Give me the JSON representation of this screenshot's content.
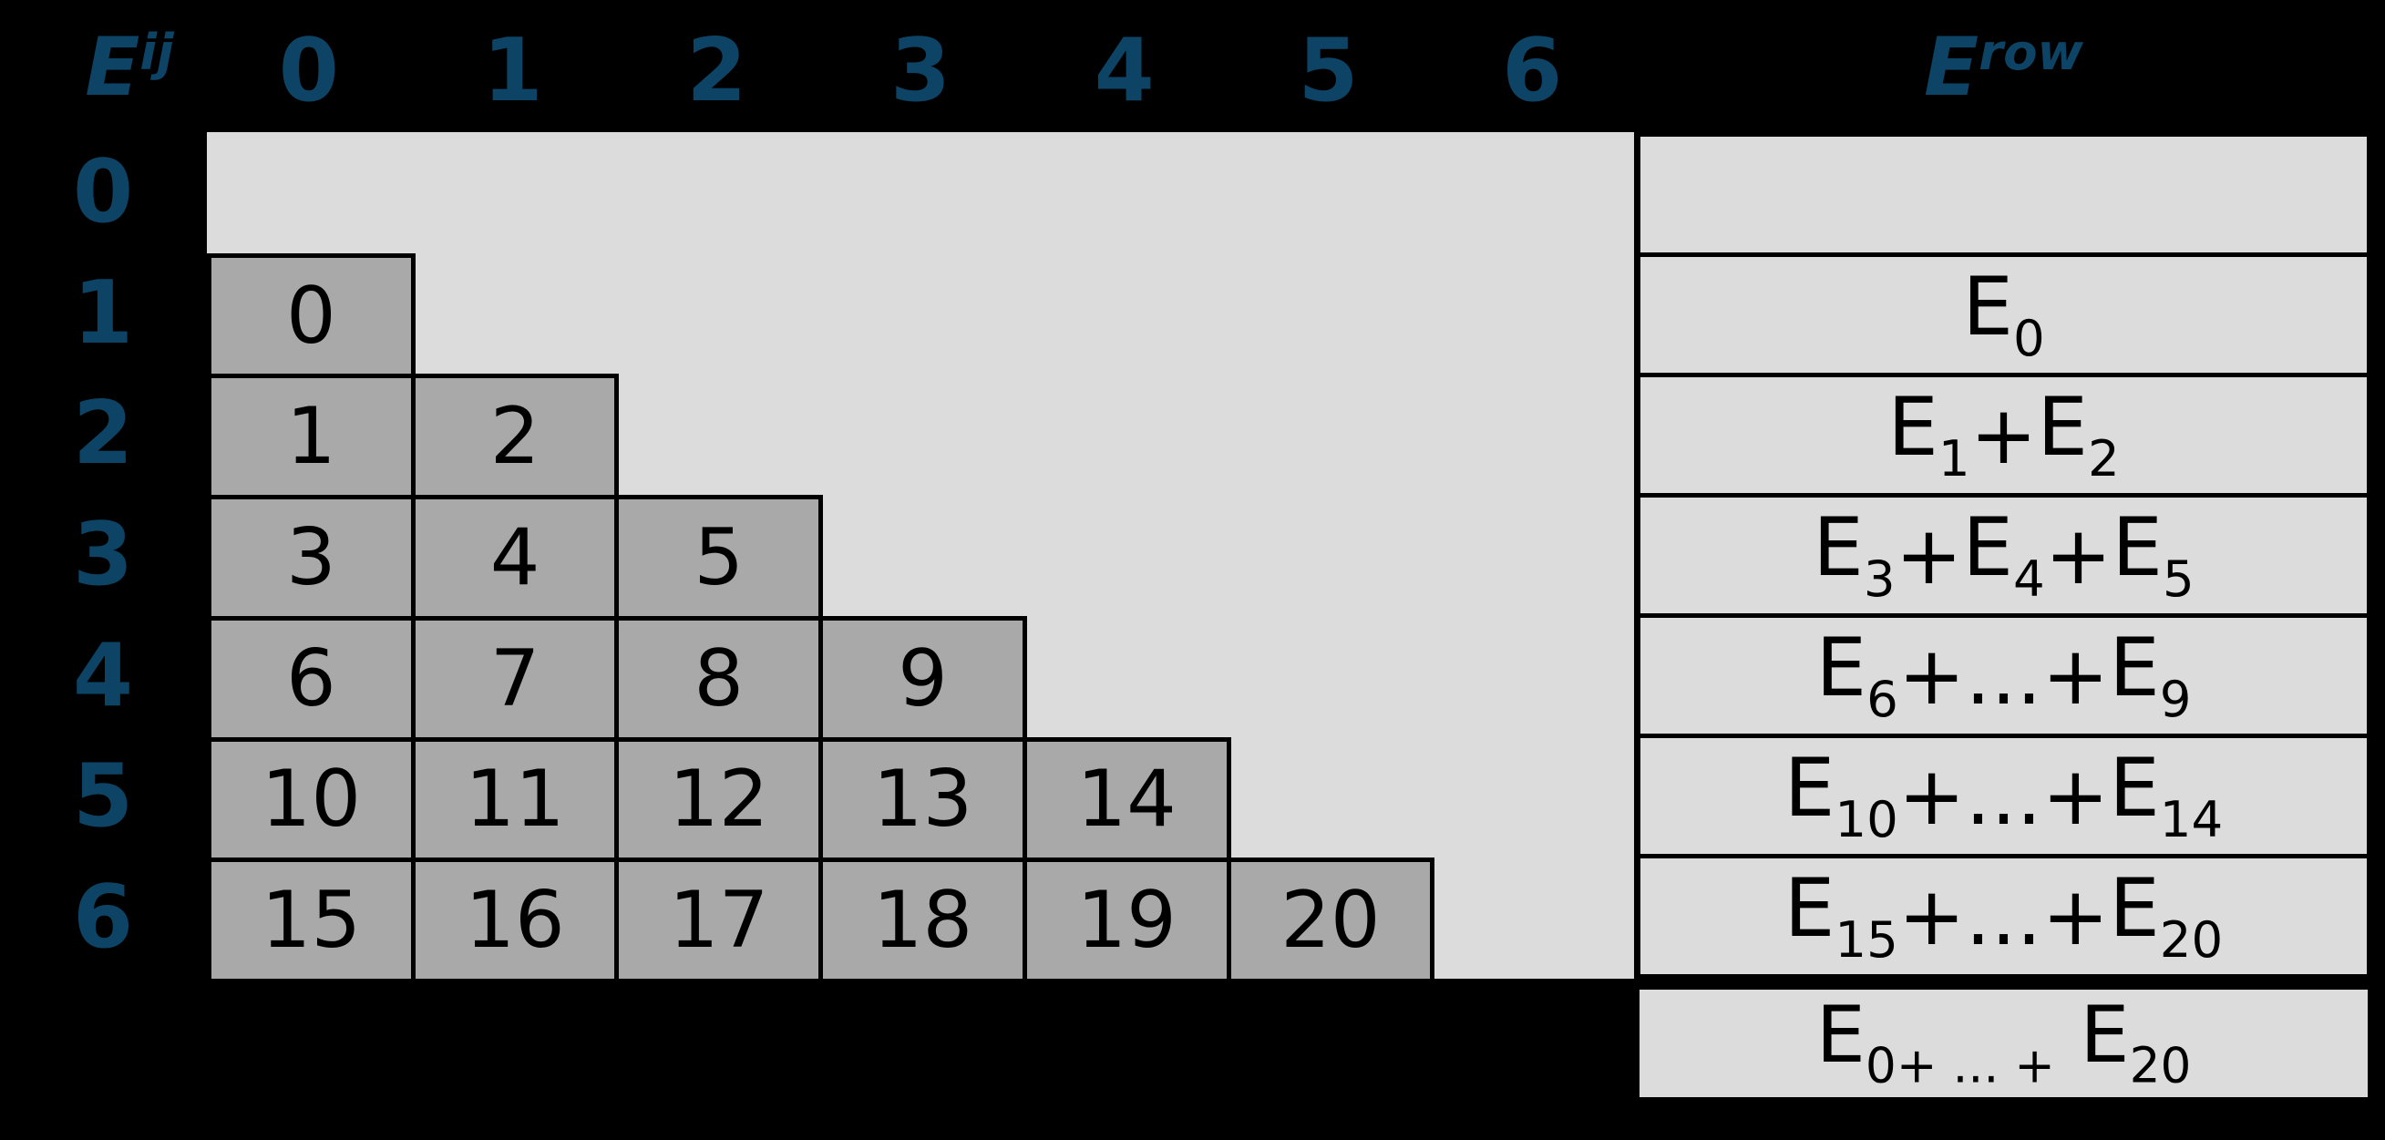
{
  "colors": {
    "background": "#000000",
    "index_blue": "#0d4466",
    "panel_light_gray": "#dcdcdc",
    "cell_gray": "#a9a9a9",
    "border_black": "#000000",
    "cell_text": "#000000"
  },
  "corner_label": {
    "base": "E",
    "sub": "ij"
  },
  "column_headers": [
    "0",
    "1",
    "2",
    "3",
    "4",
    "5",
    "6"
  ],
  "row_headers": [
    "0",
    "1",
    "2",
    "3",
    "4",
    "5",
    "6"
  ],
  "matrix_rows": [
    [],
    [
      "0"
    ],
    [
      "1",
      "2"
    ],
    [
      "3",
      "4",
      "5"
    ],
    [
      "6",
      "7",
      "8",
      "9"
    ],
    [
      "10",
      "11",
      "12",
      "13",
      "14"
    ],
    [
      "15",
      "16",
      "17",
      "18",
      "19",
      "20"
    ]
  ],
  "row_sum_header": {
    "base": "E",
    "sub": "row"
  },
  "row_sum_rows": [
    {
      "parts": []
    },
    {
      "parts": [
        {
          "t": "E",
          "s": "0"
        }
      ]
    },
    {
      "parts": [
        {
          "t": "E",
          "s": "1"
        },
        {
          "t": "+"
        },
        {
          "t": "E",
          "s": "2"
        }
      ]
    },
    {
      "parts": [
        {
          "t": "E",
          "s": "3"
        },
        {
          "t": "+"
        },
        {
          "t": "E",
          "s": "4"
        },
        {
          "t": "+"
        },
        {
          "t": "E",
          "s": "5"
        }
      ]
    },
    {
      "parts": [
        {
          "t": "E",
          "s": "6"
        },
        {
          "t": "+...+"
        },
        {
          "t": "E",
          "s": "9"
        }
      ]
    },
    {
      "parts": [
        {
          "t": "E",
          "s": "10"
        },
        {
          "t": "+...+"
        },
        {
          "t": "E",
          "s": "14"
        }
      ]
    },
    {
      "parts": [
        {
          "t": "E",
          "s": "15"
        },
        {
          "t": "+...+"
        },
        {
          "t": "E",
          "s": "20"
        }
      ]
    }
  ],
  "total_row": {
    "parts": [
      {
        "t": "E",
        "s": "0+ ... +"
      },
      {
        "t": " E",
        "s": "20"
      }
    ]
  }
}
